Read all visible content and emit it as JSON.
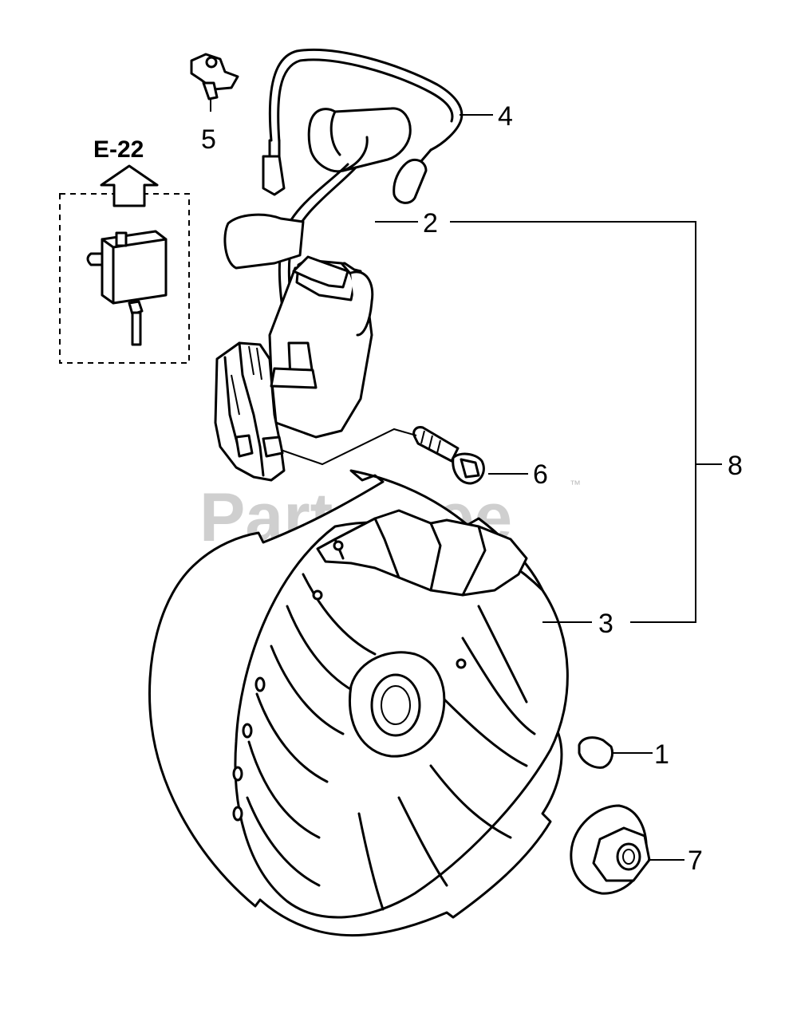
{
  "reference": {
    "label": "E-22"
  },
  "watermark": {
    "text": "PartsTree",
    "trademark": "™"
  },
  "callouts": [
    {
      "number": "1"
    },
    {
      "number": "2"
    },
    {
      "number": "3"
    },
    {
      "number": "4"
    },
    {
      "number": "5"
    },
    {
      "number": "6"
    },
    {
      "number": "7"
    },
    {
      "number": "8"
    }
  ],
  "colors": {
    "line": "#000000",
    "background": "#ffffff",
    "watermark": "#cfcfcf"
  }
}
